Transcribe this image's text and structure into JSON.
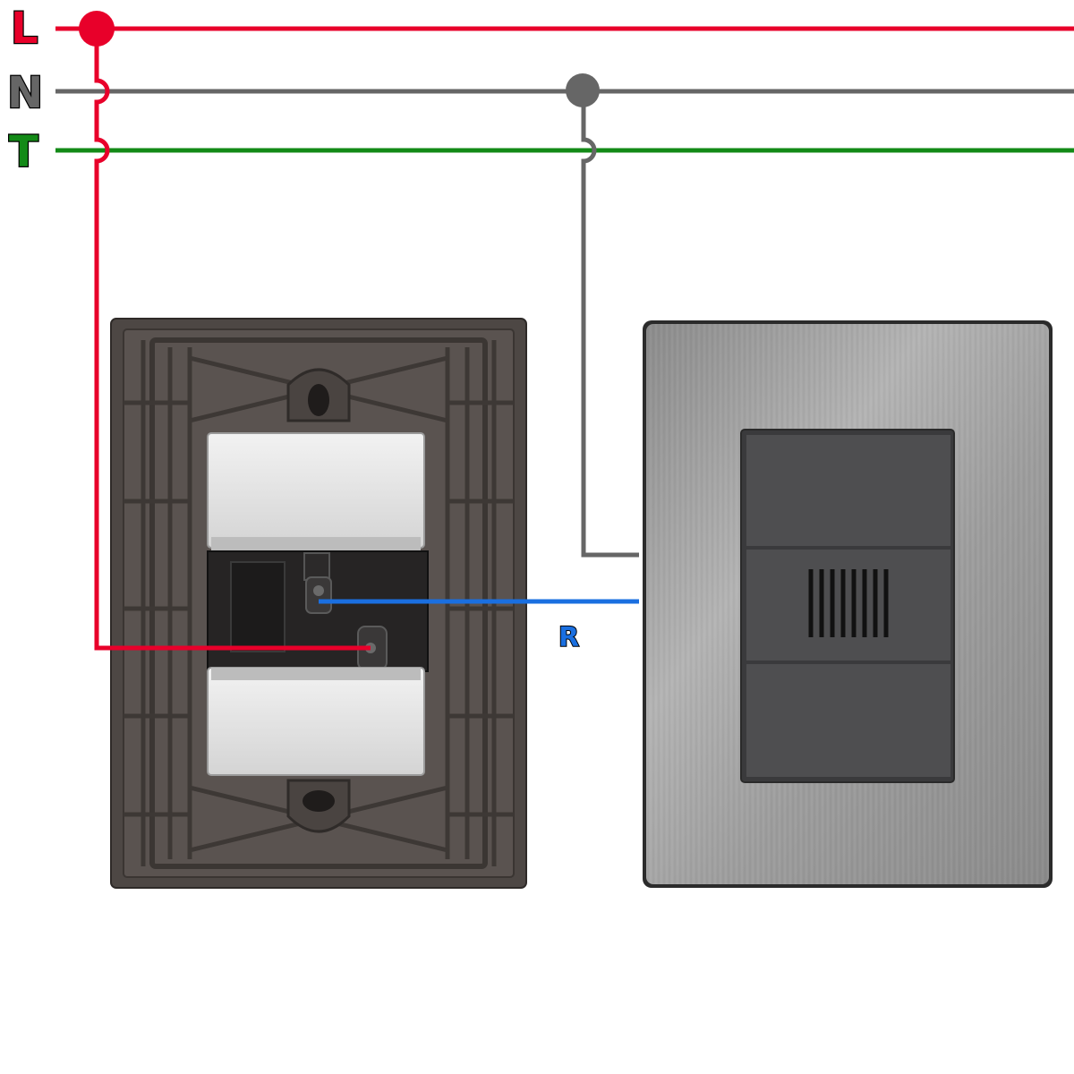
{
  "bus_labels": {
    "line": "L",
    "neutral": "N",
    "earth": "T"
  },
  "wire_labels": {
    "return": "R"
  },
  "colors": {
    "line": "#e8002a",
    "neutral": "#666666",
    "earth": "#138a17",
    "return": "#1a6fe0",
    "plate_back": "#4d4744",
    "steel": "#9a9a9a",
    "module": "#4e4e50"
  }
}
